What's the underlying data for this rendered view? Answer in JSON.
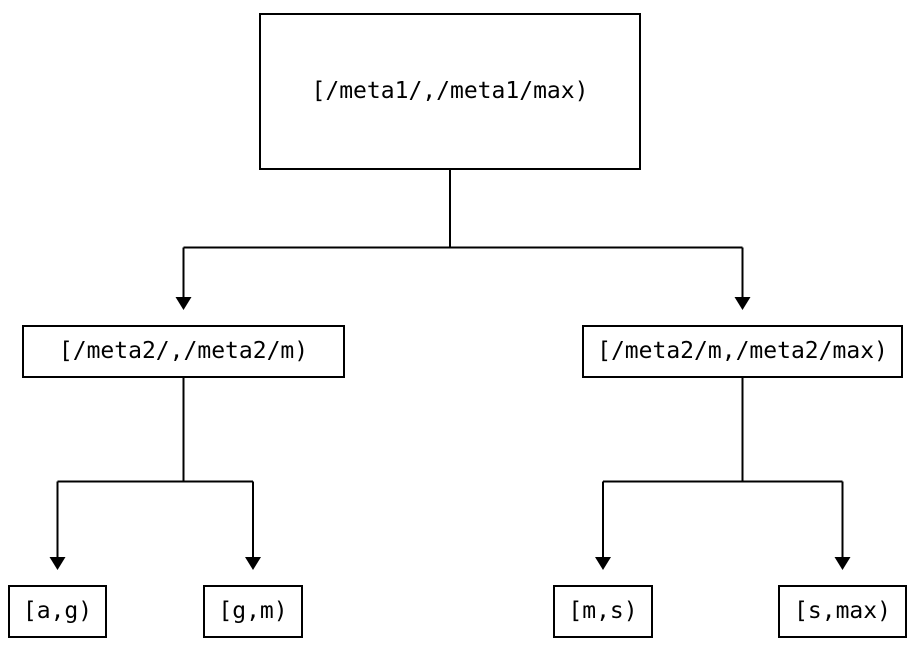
{
  "diagram": {
    "type": "tree",
    "nodes": {
      "root": {
        "label": "[/meta1/,/meta1/max)"
      },
      "left": {
        "label": "[/meta2/,/meta2/m)"
      },
      "right": {
        "label": "[/meta2/m,/meta2/max)"
      },
      "leaf_ag": {
        "label": "[a,g)"
      },
      "leaf_gm": {
        "label": "[g,m)"
      },
      "leaf_ms": {
        "label": "[m,s)"
      },
      "leaf_smax": {
        "label": "[s,max)"
      }
    },
    "edges": [
      {
        "from": "root",
        "to": "left"
      },
      {
        "from": "root",
        "to": "right"
      },
      {
        "from": "left",
        "to": "leaf_ag"
      },
      {
        "from": "left",
        "to": "leaf_gm"
      },
      {
        "from": "right",
        "to": "leaf_ms"
      },
      {
        "from": "right",
        "to": "leaf_smax"
      }
    ],
    "colors": {
      "stroke": "#000000",
      "text": "#000000",
      "background": "#ffffff"
    }
  }
}
